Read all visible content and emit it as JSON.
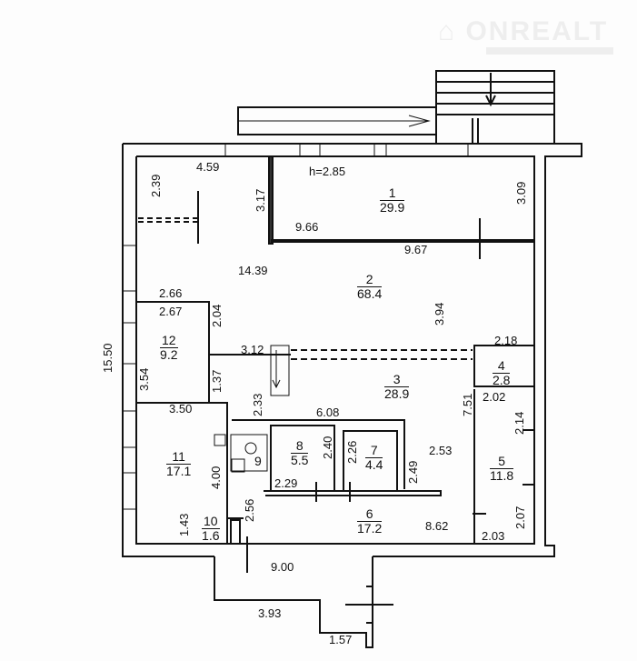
{
  "logo": {
    "text": "ONREALT"
  },
  "ceiling_height": "h=2.85",
  "rooms": [
    {
      "number": "1",
      "area": "29.9"
    },
    {
      "number": "2",
      "area": "68.4"
    },
    {
      "number": "3",
      "area": "28.9"
    },
    {
      "number": "4",
      "area": "2.8"
    },
    {
      "number": "5",
      "area": "11.8"
    },
    {
      "number": "6",
      "area": "17.2"
    },
    {
      "number": "7",
      "area": "4.4"
    },
    {
      "number": "8",
      "area": "5.5"
    },
    {
      "number": "9",
      "area": ""
    },
    {
      "number": "10",
      "area": "1.6"
    },
    {
      "number": "11",
      "area": "17.1"
    },
    {
      "number": "12",
      "area": "9.2"
    }
  ],
  "dimensions": {
    "d459": "4.59",
    "d239": "2.39",
    "d317": "3.17",
    "d966": "9.66",
    "d967": "9.67",
    "d309": "3.09",
    "d1439": "14.39",
    "d266": "2.66",
    "d267": "2.67",
    "d204": "2.04",
    "d394": "3.94",
    "d1550": "15.50",
    "d354": "3.54",
    "d312": "3.12",
    "d137": "1.37",
    "d233": "2.33",
    "d218": "2.18",
    "d202": "2.02",
    "d751": "7.51",
    "d214": "2.14",
    "d350": "3.50",
    "d608": "6.08",
    "d240": "2.40",
    "d226": "2.26",
    "d249": "2.49",
    "d253": "2.53",
    "d400": "4.00",
    "d229": "2.29",
    "d256": "2.56",
    "d143": "1.43",
    "d862": "8.62",
    "d207": "2.07",
    "d203": "2.03",
    "d900": "9.00",
    "d393": "3.93",
    "d157": "1.57"
  }
}
